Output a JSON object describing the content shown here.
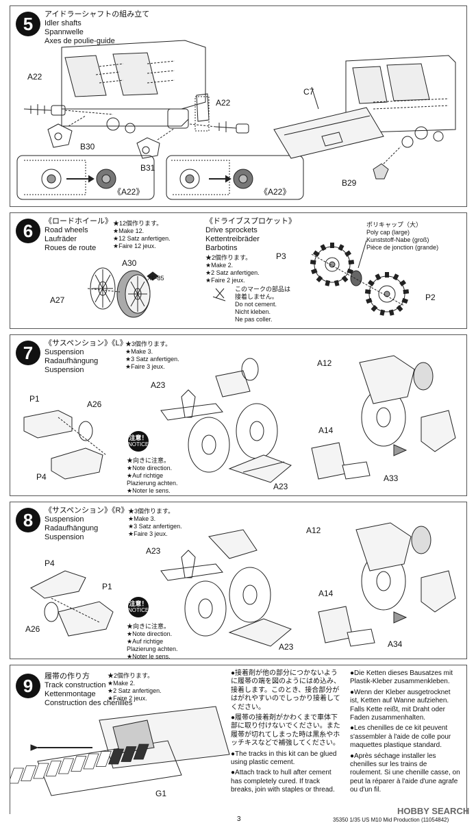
{
  "step5": {
    "number": "5",
    "title_ja": "アイドラーシャフトの組み立て",
    "title_en": "Idler shafts",
    "title_de": "Spannwelle",
    "title_fr": "Axes de poulie-guide",
    "labels": {
      "a22_left": "A22",
      "a22_right": "A22",
      "b30": "B30",
      "b31": "B31",
      "c7": "C7",
      "b29": "B29",
      "inset_left": "《A22》",
      "inset_right": "《A22》"
    }
  },
  "step6": {
    "number": "6",
    "rw_ja": "《ロードホイール》",
    "rw_en": "Road wheels",
    "rw_de": "Laufräder",
    "rw_fr": "Roues de route",
    "rw_qty": [
      "★12個作ります。",
      "★Make 12.",
      "★12 Satz anfertigen.",
      "★Faire 12 jeux."
    ],
    "ds_ja": "《ドライブスプロケット》",
    "ds_en": "Drive sprockets",
    "ds_de": "Kettentreibräder",
    "ds_fr": "Barbotins",
    "ds_qty": [
      "★2個作ります。",
      "★Make 2.",
      "★2 Satz anfertigen.",
      "★Faire 2 jeux."
    ],
    "nocement": [
      "このマークの部品は",
      "接着しません。",
      "Do not cement.",
      "Nicht kleben.",
      "Ne pas coller."
    ],
    "polycap": [
      "ポリキャップ（大）",
      "Poly cap (large)",
      "Kunststoff-Nabe (groß)",
      "Pièce de jonction (grande)"
    ],
    "labels": {
      "a30": "A30",
      "a27": "A27",
      "xf85": "XF-85",
      "p3": "P3",
      "p2": "P2"
    }
  },
  "step7": {
    "number": "7",
    "title_ja": "《サスペンション》《L》",
    "title_en": "Suspension",
    "title_de": "Radaufhängung",
    "title_fr": "Suspension",
    "qty": [
      "★3個作ります。",
      "★Make 3.",
      "★3 Satz anfertigen.",
      "★Faire 3 jeux."
    ],
    "notice_ja": "注意！",
    "notice_en": "NOTICE",
    "direction": [
      "★向きに注意。",
      "★Note direction.",
      "★Auf richtige",
      "Plazierung achten.",
      "★Noter le sens."
    ],
    "labels": {
      "p1": "P1",
      "a26": "A26",
      "p4": "P4",
      "a23_top": "A23",
      "a23_bottom": "A23",
      "a12": "A12",
      "a14": "A14",
      "a33": "A33"
    }
  },
  "step8": {
    "number": "8",
    "title_ja": "《サスペンション》《R》",
    "title_en": "Suspension",
    "title_de": "Radaufhängung",
    "title_fr": "Suspension",
    "qty": [
      "★3個作ります。",
      "★Make 3.",
      "★3 Satz anfertigen.",
      "★Faire 3 jeux."
    ],
    "notice_ja": "注意！",
    "notice_en": "NOTICE",
    "direction": [
      "★向きに注意。",
      "★Note direction.",
      "★Auf richtige",
      "Plazierung achten.",
      "★Noter le sens."
    ],
    "labels": {
      "p4": "P4",
      "p1": "P1",
      "a26": "A26",
      "a23_top": "A23",
      "a23_bottom": "A23",
      "a12": "A12",
      "a14": "A14",
      "a34": "A34"
    }
  },
  "step9": {
    "number": "9",
    "title_ja": "履帯の作り方",
    "title_en": "Track construction",
    "title_de": "Kettenmontage",
    "title_fr": "Construction des chenilles",
    "qty": [
      "★2個作ります。",
      "★Make 2.",
      "★2 Satz anfertigen.",
      "★Faire 2 jeux."
    ],
    "label_g1": "G1",
    "col_ja_1": "●接着剤が他の部分につかないように履帯の端を図のようにはめ込み、接着します。このとき、接合部分がはがれやすいのでしっかり接着してください。",
    "col_ja_2": "●履帯の接着剤がかわくまで車体下部に取り付けないでください。また履帯が切れてしまった時は黒糸やホッチキスなどで補強してください。",
    "col_en_1": "●The tracks in this kit can be glued using plastic cement.",
    "col_en_2": "●Attach track to hull after cement has completely cured. If track breaks, join with staples or thread.",
    "col_de_1": "●Die Ketten dieses Bausatzes mit Plastik-Kleber zusammenkleben.",
    "col_de_2": "●Wenn der Kleber ausgetrocknet ist, Ketten auf Wanne aufziehen. Falls Kette reißt, mit Draht oder Faden zusammenhalten.",
    "col_fr_1": "●Les chenilles de ce kit peuvent s'assembler à l'aide de colle pour maquettes plastique standard.",
    "col_fr_2": "●Après séchage installer les chenilles sur les trains de roulement. Si une chenille casse, on peut la réparer à l'aide d'une agrafe ou d'un fil."
  },
  "footer": {
    "page": "3",
    "product": "35350 1/35 US M10 Mid Production (11054842)",
    "watermark": "HOBBY SEARCH"
  }
}
